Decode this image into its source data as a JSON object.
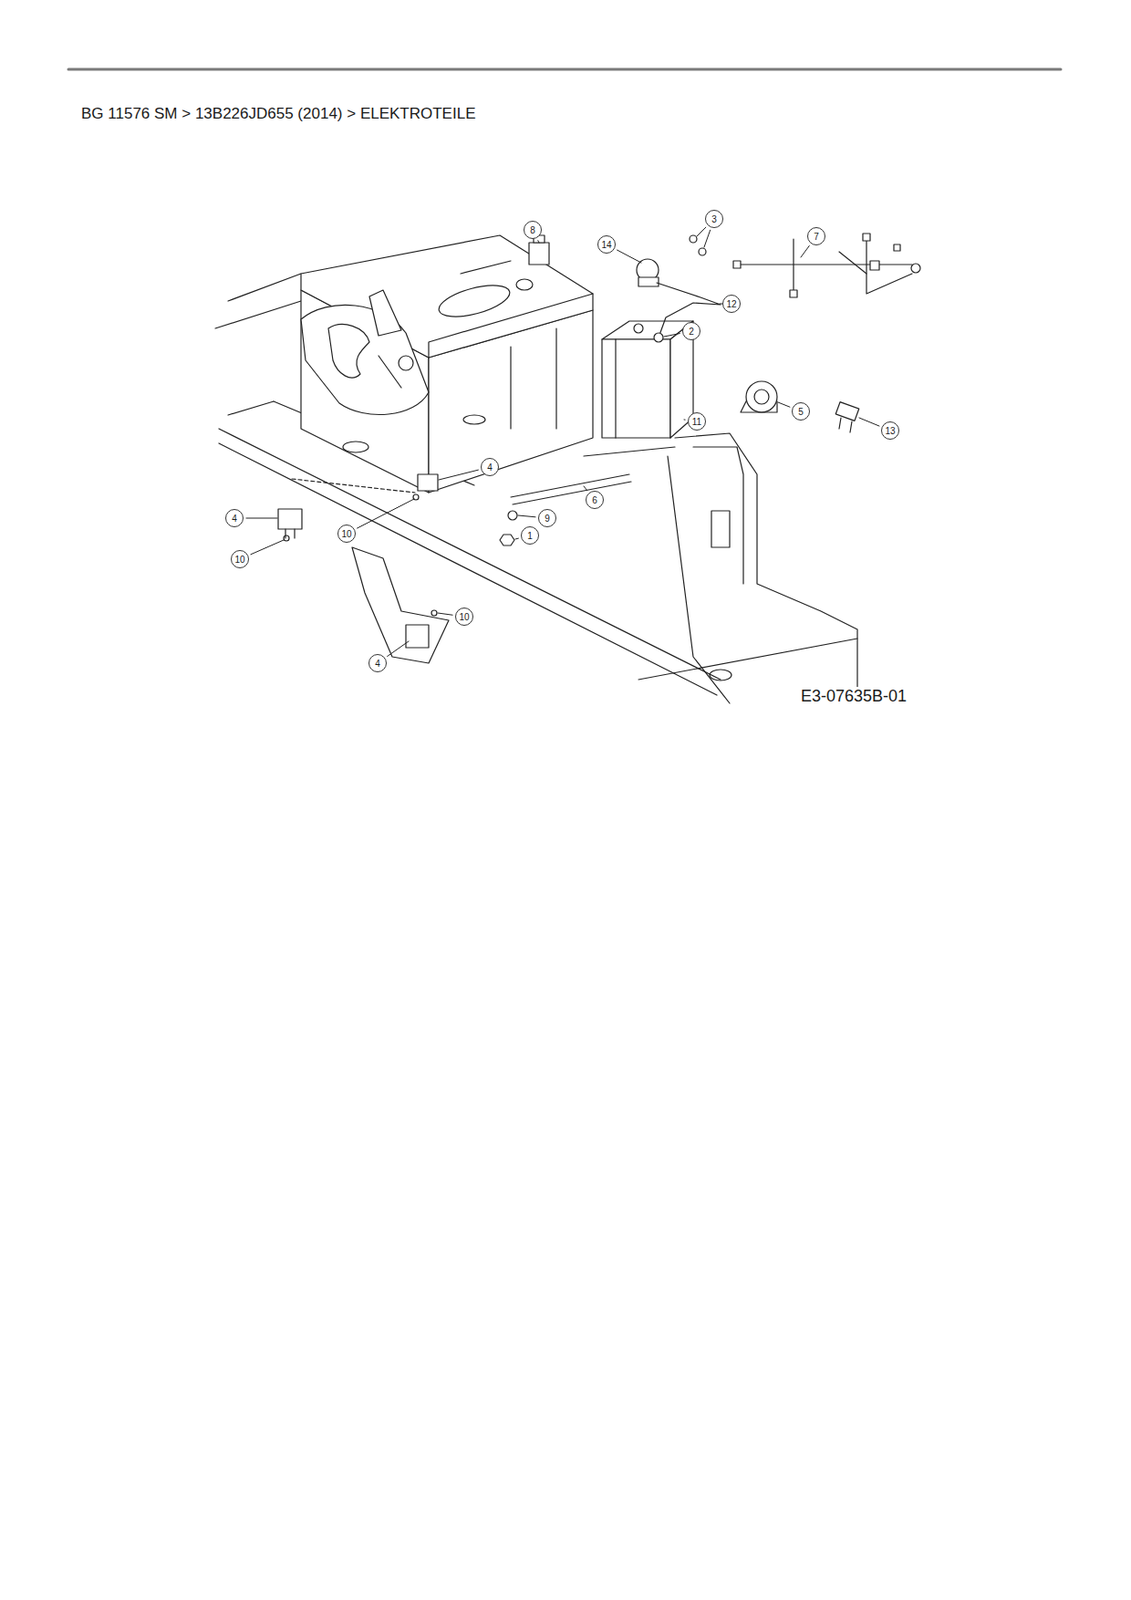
{
  "diagram": {
    "title": "BG 11576 SM  >  13B226JD655 (2014)  >  ELEKTROTEILE",
    "labels": [
      "8",
      "3",
      "14",
      "7",
      "12",
      "2",
      "5",
      "11",
      "13",
      "4",
      "6",
      "4",
      "9",
      "10",
      "1",
      "10",
      "10",
      "4",
      "E3-07635B-01"
    ]
  }
}
